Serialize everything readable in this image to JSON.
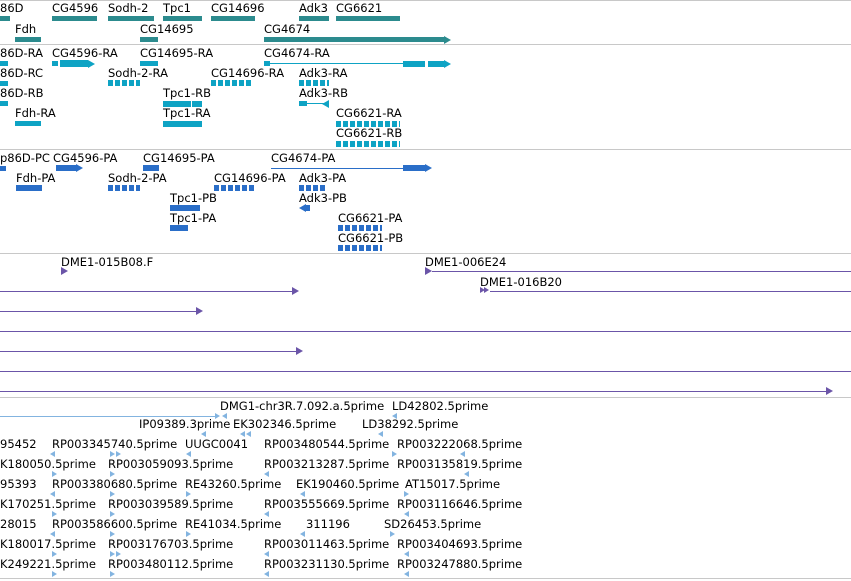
{
  "colors": {
    "gene": "#2c8b8e",
    "transcript": "#0ea3c4",
    "cds": "#2a6ec8",
    "clone": "#6b55a8",
    "est": "#83b4e0",
    "divider": "#c8c8c8"
  },
  "gene_track": {
    "labels": {
      "g1": "86D",
      "g2": "CG4596",
      "g3": "Sodh-2",
      "g4": "Tpc1",
      "g5": "CG14696",
      "g6": "Adk3",
      "g7": "CG6621",
      "g8": "Fdh",
      "g9": "CG14695",
      "g10": "CG4674"
    }
  },
  "transcript_track": {
    "labels": {
      "t1": "86D-RA",
      "t2": "CG4596-RA",
      "t3": "CG14695-RA",
      "t4": "CG4674-RA",
      "t5": "86D-RC",
      "t6": "Sodh-2-RA",
      "t7": "CG14696-RA",
      "t8": "Adk3-RA",
      "t9": "86D-RB",
      "t10": "Tpc1-RB",
      "t11": "Adk3-RB",
      "t12": "Fdh-RA",
      "t13": "Tpc1-RA",
      "t14": "CG6621-RA",
      "t15": "CG6621-RB"
    }
  },
  "protein_track": {
    "labels": {
      "p1": "p86D-PC",
      "p2": "CG4596-PA",
      "p3": "CG14695-PA",
      "p4": "CG4674-PA",
      "p5": "Fdh-PA",
      "p6": "Sodh-2-PA",
      "p7": "CG14696-PA",
      "p8": "Adk3-PA",
      "p9": "Tpc1-PB",
      "p10": "Adk3-PB",
      "p11": "Tpc1-PA",
      "p12": "CG6621-PA",
      "p13": "CG6621-PB"
    }
  },
  "clone_track": {
    "labels": {
      "c1": "DME1-015B08.F",
      "c2": "DME1-006E24",
      "c3": "DME1-016B20"
    }
  },
  "est_track": {
    "labels": {
      "e1": "DMG1-chr3R.7.092.a.5prime",
      "e2": "LD42802.5prime",
      "e3": "IP09389.3prime",
      "e4": "EK302346.5prime",
      "e5": "LD38292.5prime",
      "e6": "95452",
      "e7": "RP003345740.5prime",
      "e8": "UUGC0041",
      "e9": "RP003480544.5prime",
      "e10": "RP003222068.5prime",
      "e11": "K180050.5prime",
      "e12": "RP003059093.5prime",
      "e13": "RP003213287.5prime",
      "e14": "RP003135819.5prime",
      "e15": "95393",
      "e16": "RP003380680.5prime",
      "e17": "RE43260.5prime",
      "e18": "EK190460.5prime",
      "e19": "AT15017.5prime",
      "e20": "K170251.5prime",
      "e21": "RP003039589.5prime",
      "e22": "RP003555669.5prime",
      "e23": "RP003116646.5prime",
      "e24": "28015",
      "e25": "RP003586600.5prime",
      "e26": "RE41034.5prime",
      "e27": "311196",
      "e28": "SD26453.5prime",
      "e29": "K180017.5prime",
      "e30": "RP003176703.5prime",
      "e31": "RP003011463.5prime",
      "e32": "RP003404693.5prime",
      "e33": "K249221.5prime",
      "e34": "RP003480112.5prime",
      "e35": "RP003231130.5prime",
      "e36": "RP003247880.5prime"
    }
  }
}
